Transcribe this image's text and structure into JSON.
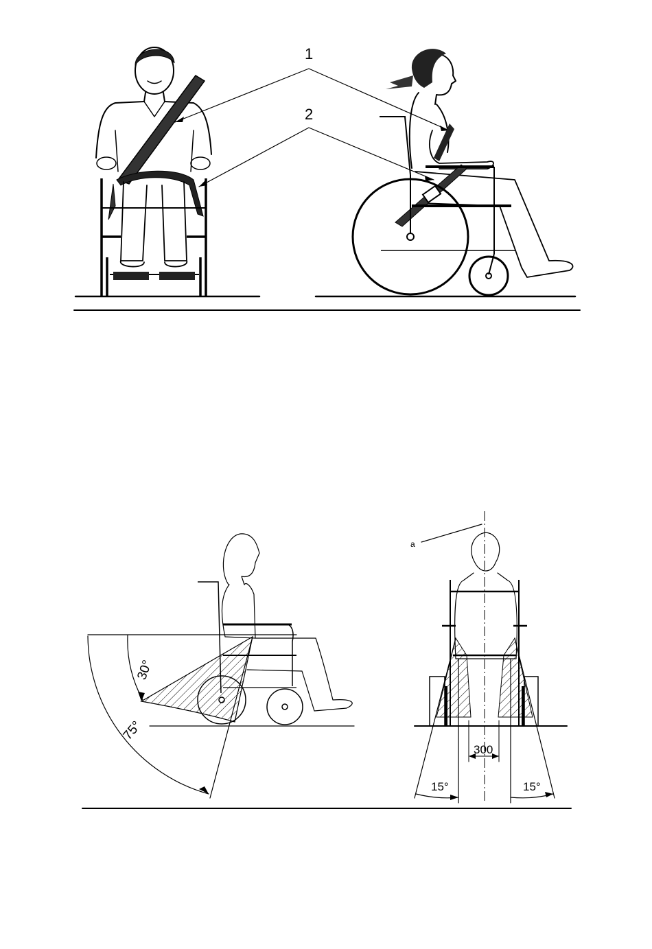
{
  "figure_top": {
    "callouts": [
      {
        "id": "lap-and-shoulder-belt",
        "label": "1"
      },
      {
        "id": "pelvic-belt",
        "label": "2"
      }
    ]
  },
  "figure_bottom": {
    "angle_labels": {
      "side_inner": "30°",
      "side_outer": "75°",
      "rear_left": "15°",
      "rear_right": "15°"
    },
    "dimension_label": "300",
    "axis_label": "a"
  }
}
